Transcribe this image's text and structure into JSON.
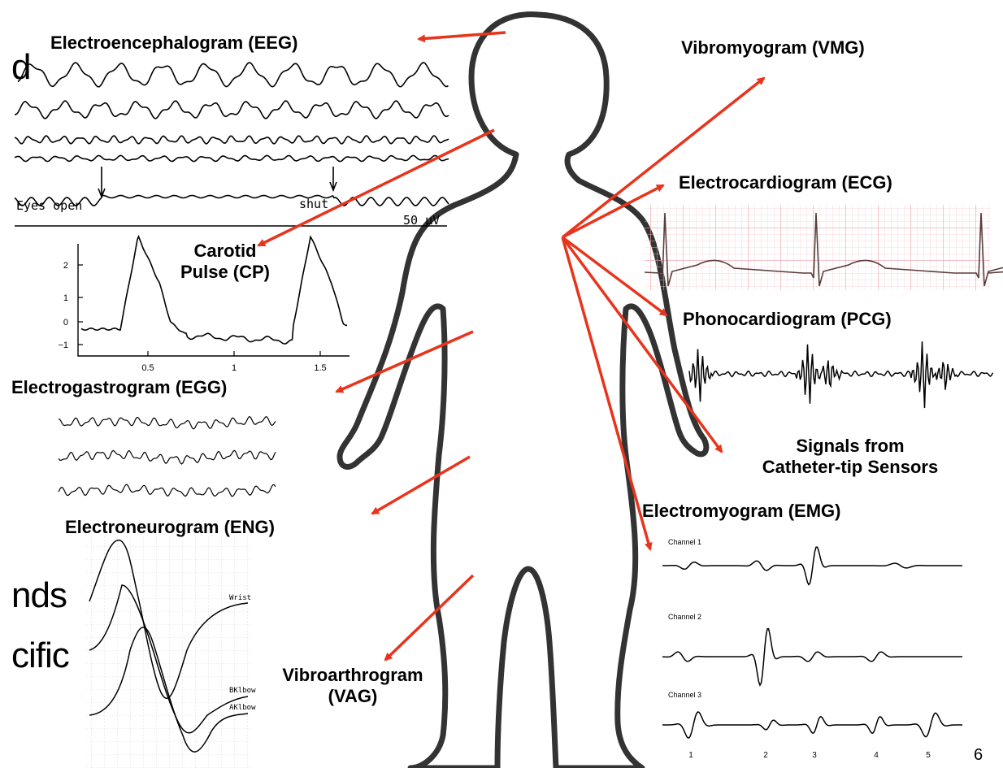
{
  "page_number": "6",
  "body_fragments": [
    "d",
    "nds",
    "cific"
  ],
  "labels": {
    "eeg": "Electroencephalogram (EEG)",
    "vmg": "Vibromyogram (VMG)",
    "cp_line1": "Carotid",
    "cp_line2": "Pulse (CP)",
    "ecg": "Electrocardiogram (ECG)",
    "pcg": "Phonocardiogram (PCG)",
    "egg": "Electrogastrogram (EGG)",
    "catheter_line1": "Signals from",
    "catheter_line2": "Catheter-tip Sensors",
    "emg": "Electromyogram (EMG)",
    "eng": "Electroneurogram (ENG)",
    "vag_line1": "Vibroarthrogram",
    "vag_line2": "(VAG)"
  },
  "eeg_annotations": {
    "eyes_open": "Eyes open",
    "shut": "shut",
    "scale": "50 µV"
  },
  "cp_axis": {
    "y_ticks": [
      "2",
      "1",
      "0",
      "−1"
    ],
    "x_ticks": [
      "0.5",
      "1",
      "1.5"
    ]
  },
  "eng_annotations": {
    "wrist": "Wrist",
    "bkelbow": "BKlbow",
    "akelbow": "AKlbow"
  },
  "emg_annotations": {
    "channel1": "Channel 1",
    "channel2": "Channel 2",
    "channel3": "Channel 3",
    "x_ticks": [
      "1",
      "2",
      "3",
      "4",
      "5"
    ]
  },
  "colors": {
    "arrow": "#e8341c",
    "ecg_grid": "#f2b8c0",
    "body_outline": "#333333"
  }
}
